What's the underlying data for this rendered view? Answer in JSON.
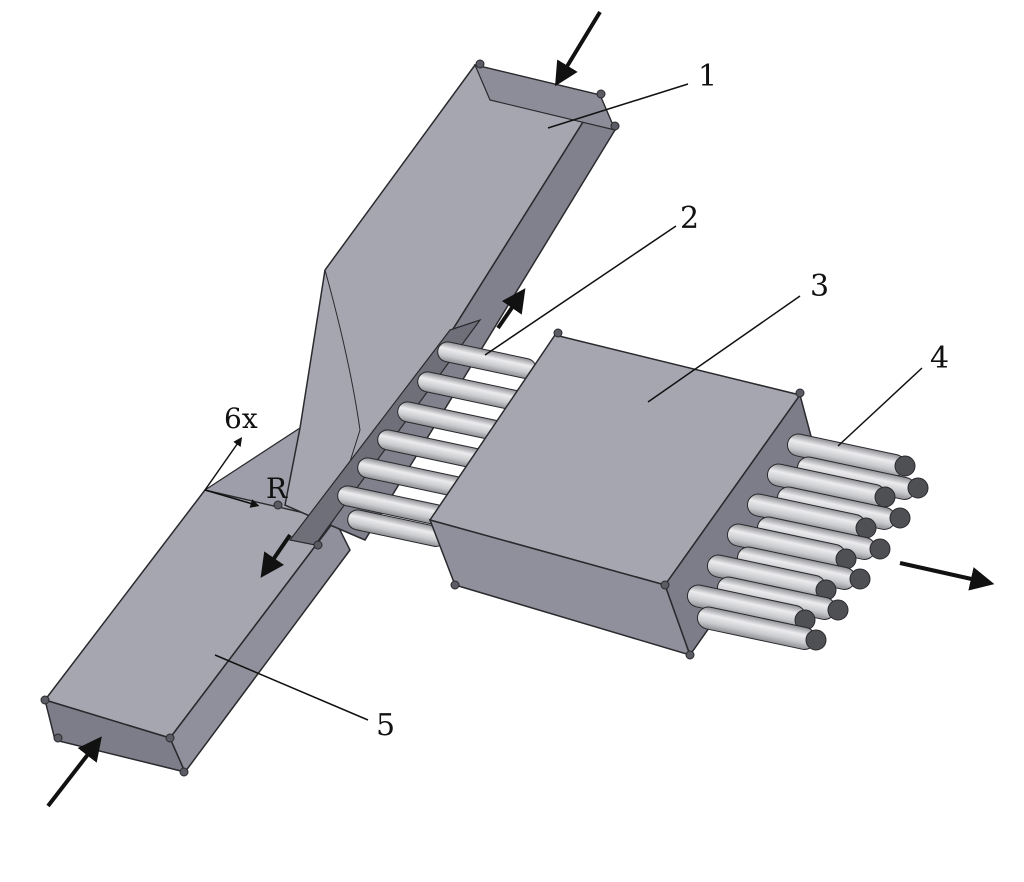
{
  "labels": {
    "part1": "1",
    "part2": "2",
    "part3": "3",
    "part4": "4",
    "part5": "5",
    "repeat": "6x",
    "radius": "R"
  },
  "colors": {
    "duct_top": "#a5a6b0",
    "duct_side_light": "#9a9ba6",
    "duct_side_dark": "#7c7d88",
    "tube": "#c9cacd",
    "tube_highlight": "#ececee",
    "tube_shadow": "#8e8f94",
    "tube_end": "#4f5054",
    "edge": "#2a2a2e",
    "arrow": "#111111"
  },
  "icons": {
    "flow_arrow": "flow-arrow-icon",
    "bolt": "bolt-icon"
  }
}
